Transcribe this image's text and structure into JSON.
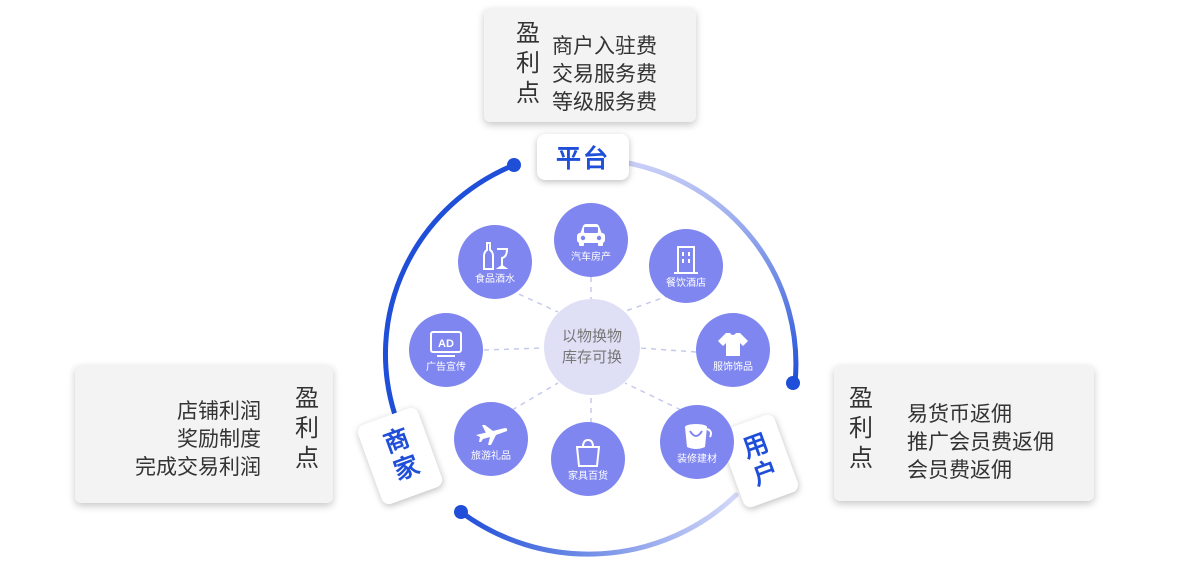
{
  "platform_card": {
    "title": "盈\n利\n点",
    "lines": "商户入驻费\n交易服务费\n等级服务费"
  },
  "merchant_card": {
    "title": "盈\n利\n点",
    "lines": "店铺利润\n奖励制度\n完成交易利润"
  },
  "user_card": {
    "title": "盈\n利\n点",
    "lines": "易货币返佣\n推广会员费返佣\n会员费返佣"
  },
  "tags": {
    "platform": "平台",
    "merchant": "商家",
    "user": "用户"
  },
  "center": {
    "line1": "以物换物",
    "line2": "库存可换"
  },
  "categories": [
    {
      "label": "汽车房产",
      "icon": "car-icon"
    },
    {
      "label": "餐饮酒店",
      "icon": "building-icon"
    },
    {
      "label": "服饰饰品",
      "icon": "clothing-icon"
    },
    {
      "label": "装修建材",
      "icon": "paint-bucket-icon"
    },
    {
      "label": "家具百货",
      "icon": "shopping-bag-icon"
    },
    {
      "label": "旅游礼品",
      "icon": "airplane-icon"
    },
    {
      "label": "广告宣传",
      "icon": "ad-icon"
    },
    {
      "label": "食品酒水",
      "icon": "wine-icon"
    }
  ],
  "colors": {
    "accent_blue": "#1f4ed8",
    "node_purple": "#7f86f0",
    "center_fill": "#dfe0f5",
    "card_bg": "#f3f3f3"
  }
}
